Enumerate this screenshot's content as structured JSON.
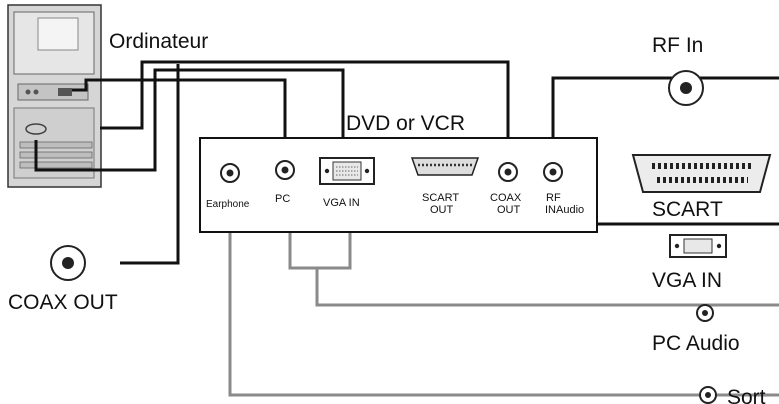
{
  "labels": {
    "computer": "Ordinateur",
    "device_box": "DVD or VCR",
    "rf_in": "RF In",
    "scart": "SCART",
    "vga_in_right": "VGA IN",
    "pc_audio": "PC  Audio",
    "sortie": "Sort",
    "coax_out_left": "COAX OUT"
  },
  "panel_ports": {
    "earphone": "Earphone",
    "pc": "PC",
    "vga_in": "VGA IN",
    "scart_line1": "SCART",
    "scart_line2": "OUT",
    "coax_line1": "COAX",
    "coax_line2": "OUT",
    "rf_line1": "RF",
    "rf_line2": "INAudio"
  },
  "colors": {
    "black_cable": "#111111",
    "gray_cable": "#8a8a8a",
    "computer_body": "#d4d4d4",
    "panel_border": "#111111"
  },
  "icons": [
    "computer-tower-icon",
    "coax-jack-icon",
    "vga-port-icon",
    "scart-port-icon",
    "audio-jack-icon"
  ]
}
